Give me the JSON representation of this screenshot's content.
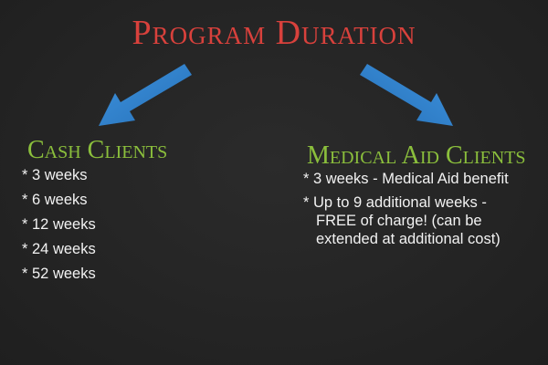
{
  "title": "Program Duration",
  "colors": {
    "background": "#262626",
    "title": "#d8413c",
    "heading": "#8bbf3c",
    "text": "#f2f2f2",
    "arrow": "#2e7fc9"
  },
  "arrows": {
    "left_icon": "arrow-down-left-icon",
    "right_icon": "arrow-down-right-icon"
  },
  "cash": {
    "heading": "Cash Clients",
    "items": [
      "* 3 weeks",
      "* 6 weeks",
      "* 12 weeks",
      "* 24 weeks",
      "* 52 weeks"
    ]
  },
  "medical": {
    "heading": "Medical Aid Clients",
    "items": [
      "* 3 weeks - Medical Aid benefit",
      "* Up to 9 additional weeks -",
      "FREE of charge! (can be",
      "extended at additional cost)"
    ]
  }
}
